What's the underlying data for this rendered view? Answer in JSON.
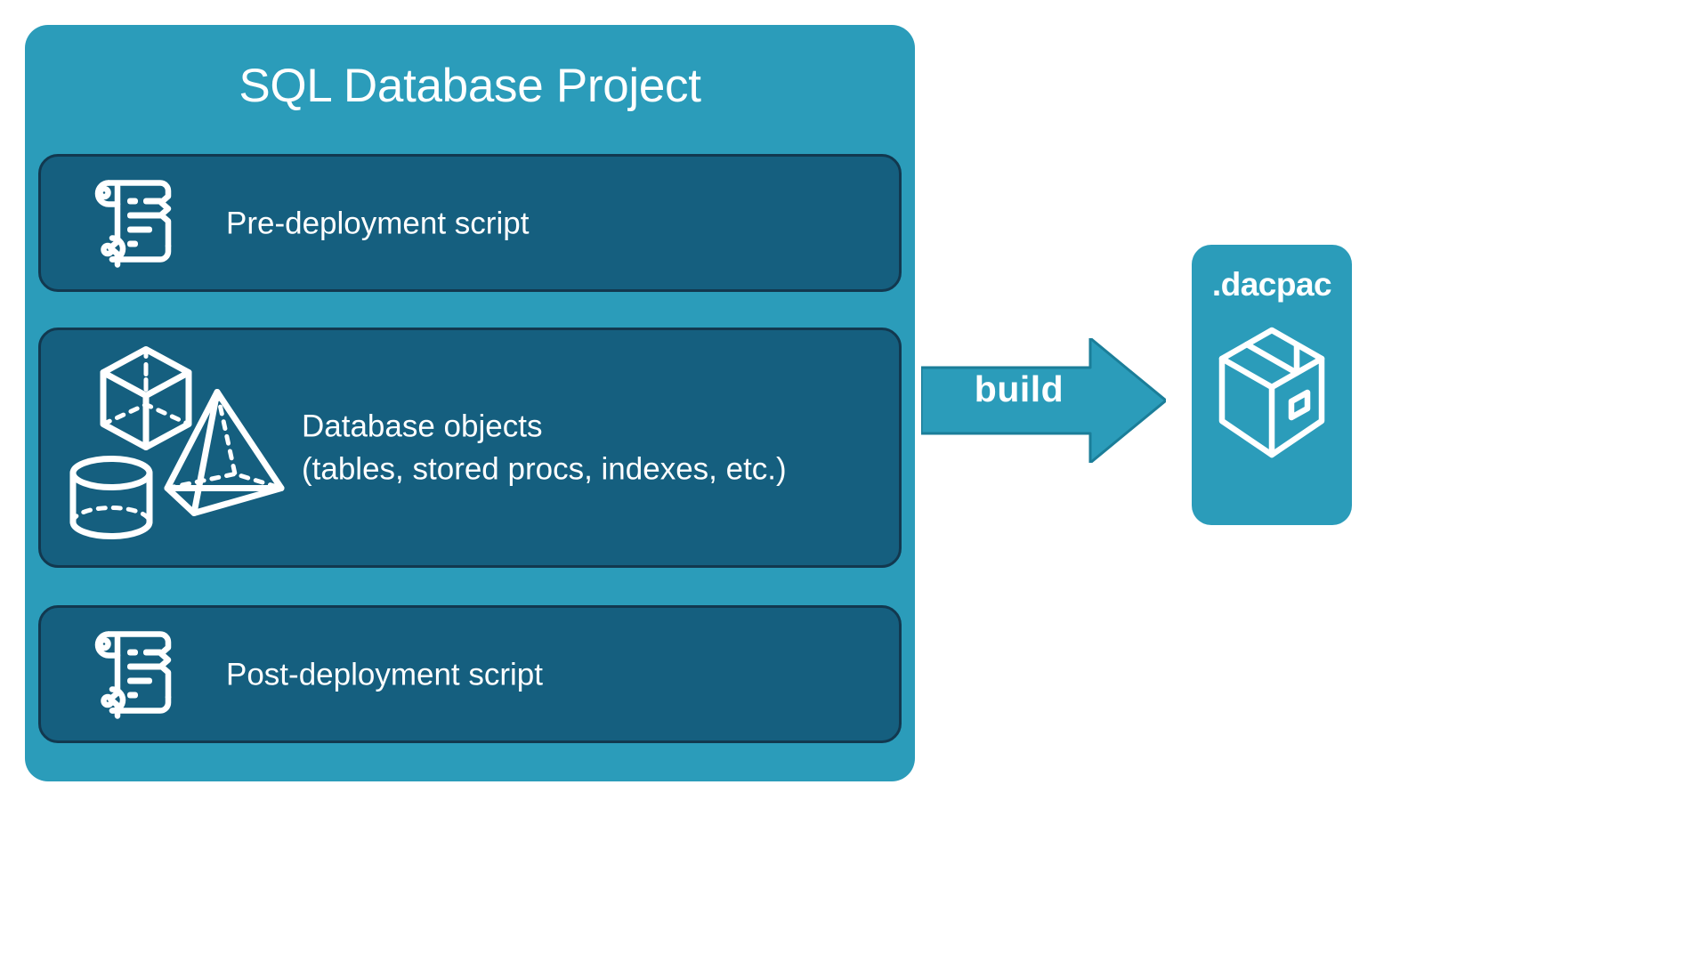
{
  "diagram": {
    "title": "SQL Database Project build flow",
    "background_color": "#ffffff"
  },
  "colors": {
    "container_teal": "#2b9cba",
    "panel_blue": "#155f7f",
    "panel_border": "#12384f",
    "arrow_teal": "#2b9cba",
    "arrow_border": "#1b7e99",
    "text_white": "#ffffff"
  },
  "project": {
    "title": "SQL Database Project",
    "panels": [
      {
        "id": "pre-deployment",
        "label": "Pre-deployment script",
        "icon": "scroll-icon"
      },
      {
        "id": "database-objects",
        "label_line1": "Database objects",
        "label_line2": "(tables, stored procs, indexes, etc.)",
        "icon": "3d-shapes-icon",
        "shapes": [
          "cube-icon",
          "pyramid-icon",
          "cylinder-icon"
        ]
      },
      {
        "id": "post-deployment",
        "label": "Post-deployment script",
        "icon": "scroll-icon"
      }
    ]
  },
  "arrow": {
    "label": "build",
    "direction": "right",
    "icon": "arrow-right-icon"
  },
  "output": {
    "label": ".dacpac",
    "icon": "package-box-icon"
  }
}
